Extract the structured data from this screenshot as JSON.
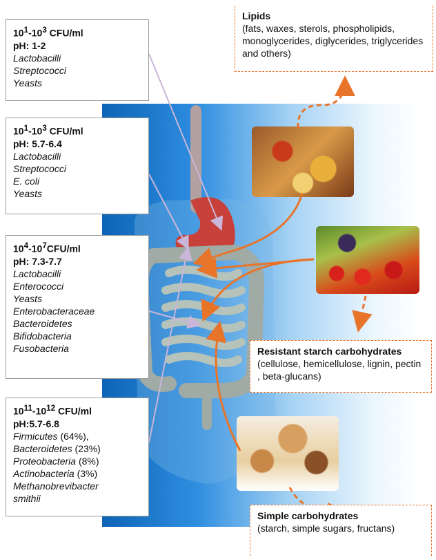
{
  "sections": [
    {
      "cfu_base1": "10",
      "cfu_sup1": "1",
      "cfu_sep": "-",
      "cfu_base2": "10",
      "cfu_sup2": "3",
      "cfu_unit": " CFU/ml",
      "ph": "pH: 1-2",
      "organisms": [
        {
          "name": "Lactobacilli",
          "extra": ""
        },
        {
          "name": "Streptococci",
          "extra": ""
        },
        {
          "name": "Yeasts",
          "extra": ""
        }
      ]
    },
    {
      "cfu_base1": "10",
      "cfu_sup1": "1",
      "cfu_sep": "-",
      "cfu_base2": "10",
      "cfu_sup2": "3",
      "cfu_unit": " CFU/ml",
      "ph": "pH: 5.7-6.4",
      "organisms": [
        {
          "name": "Lactobacilli",
          "extra": ""
        },
        {
          "name": "Streptococci",
          "extra": ""
        },
        {
          "name": "E. coli",
          "extra": ""
        },
        {
          "name": "Yeasts",
          "extra": ""
        }
      ]
    },
    {
      "cfu_base1": "10",
      "cfu_sup1": "4",
      "cfu_sep": "-",
      "cfu_base2": "10",
      "cfu_sup2": "7",
      "cfu_unit": "CFU/ml",
      "ph": "pH: 7.3-7.7",
      "organisms": [
        {
          "name": "Lactobacilli",
          "extra": ""
        },
        {
          "name": "Enterococci",
          "extra": ""
        },
        {
          "name": "Yeasts",
          "extra": ""
        },
        {
          "name": "Enterobacteraceae",
          "extra": ""
        },
        {
          "name": "Bacteroidetes",
          "extra": ""
        },
        {
          "name": "Bifidobacteria",
          "extra": ""
        },
        {
          "name": "Fusobacteria",
          "extra": ""
        }
      ]
    },
    {
      "cfu_base1": "10",
      "cfu_sup1": "11",
      "cfu_sep": "-",
      "cfu_base2": "10",
      "cfu_sup2": "12",
      "cfu_unit": " CFU/ml",
      "ph": "pH:5.7-6.8",
      "organisms": [
        {
          "name": "Firmicutes",
          "extra": " (64%),"
        },
        {
          "name": "Bacteroidetes",
          "extra": " (23%)"
        },
        {
          "name": "Proteobacteria",
          "extra": " (8%)"
        },
        {
          "name": "Actinobacteria",
          "extra": " (3%)"
        },
        {
          "name": "Methanobrevibacter",
          "extra": ""
        },
        {
          "name": "smithii",
          "extra": ""
        }
      ]
    }
  ],
  "nutrients": {
    "lipids": {
      "title": "Lipids",
      "desc": "(fats, waxes, sterols, phospholipids, monoglycerides, diglycerides, triglycerides and others)"
    },
    "resistant": {
      "title": "Resistant starch carbohydrates",
      "desc": "(cellulose, hemicellulose, lignin, pectin , beta-glucans)"
    },
    "simple": {
      "title": "Simple carbohydrates",
      "desc": "(starch, simple sugars, fructans)"
    }
  },
  "colors": {
    "arrow_orange": "#e8742a",
    "pointer": "#c9b6d8",
    "stomach": "#c7413a",
    "intestine": "#a9b8b0",
    "panel": "#2f8ee0"
  },
  "icons": {
    "fast_food": "fast-food-photo",
    "vegetables": "vegetables-photo",
    "bread": "bread-photo",
    "body": "digestive-system-illustration"
  }
}
